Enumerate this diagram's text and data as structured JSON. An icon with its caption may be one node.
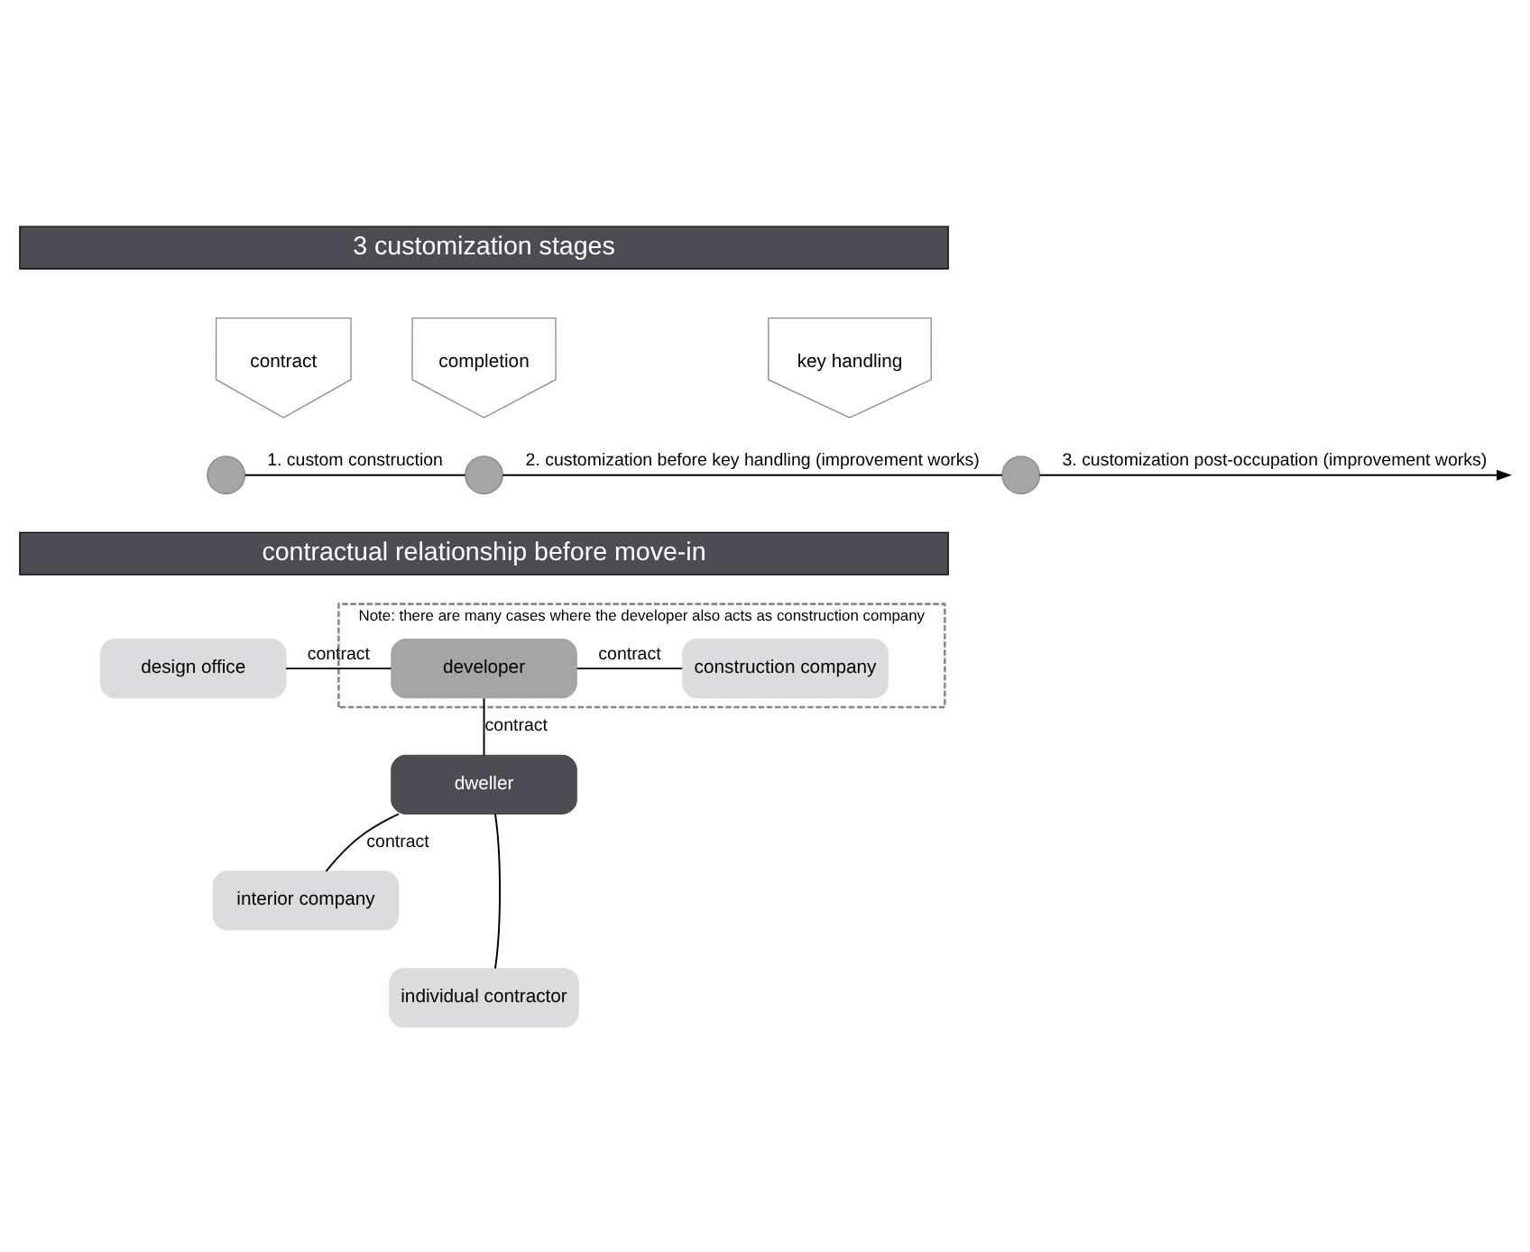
{
  "diagram": {
    "nodes": [
      {
        "text": [
          "3 customization stages"
        ]
      },
      {
        "text": [
          "contract"
        ]
      },
      {
        "text": [
          "completion"
        ]
      },
      {
        "text": [
          "key handling"
        ]
      },
      {
        "text": [],
        "shape": "circle"
      },
      {
        "text": [],
        "shape": "circle"
      },
      {
        "text": [],
        "shape": "circle"
      },
      {
        "text": [
          "contractual relationship before move-in"
        ]
      },
      {
        "text": [
          "Note: there are many cases where the developer also acts as construction company"
        ]
      },
      {
        "text": [
          "design office"
        ]
      },
      {
        "text": [
          "developer"
        ],
        "in": 8
      },
      {
        "text": [
          "construction company"
        ],
        "in": 8
      },
      {
        "text": [
          "dweller"
        ]
      },
      {
        "text": [
          "interior company"
        ]
      },
      {
        "text": [
          "individual contractor"
        ]
      }
    ],
    "edges": [
      {
        "from": 4,
        "to": 5,
        "arrow": "none",
        "label": "1. custom construction"
      },
      {
        "from": 5,
        "to": 6,
        "arrow": "none",
        "label": "2. customization before key handling (improvement works)"
      },
      {
        "from": 6,
        "to": null,
        "arrow": "to",
        "label": "3. customization post-occupation (improvement works)"
      },
      {
        "from": 9,
        "to": 10,
        "arrow": "none",
        "label": "contract"
      },
      {
        "from": 10,
        "to": 11,
        "arrow": "none",
        "label": "contract"
      },
      {
        "from": 10,
        "to": 12,
        "arrow": "none",
        "label": "contract"
      },
      {
        "from": 12,
        "to": 13,
        "arrow": "none",
        "label": "contract"
      },
      {
        "from": 12,
        "to": 14,
        "arrow": "none"
      }
    ]
  }
}
